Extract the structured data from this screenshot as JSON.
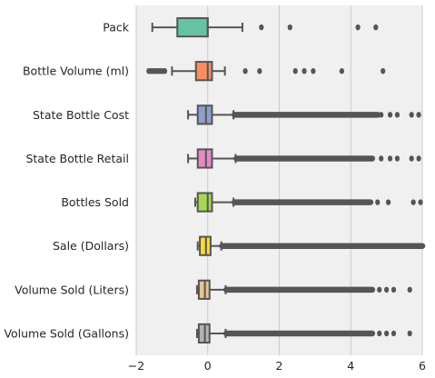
{
  "chart_data": {
    "type": "boxplot",
    "orientation": "horizontal",
    "title": "",
    "xlabel": "",
    "ylabel": "",
    "xlim": [
      -2,
      6
    ],
    "xticks": [
      -2,
      0,
      2,
      4,
      6
    ],
    "xtick_labels": [
      "−2",
      "0",
      "2",
      "4",
      "6"
    ],
    "grid": "vertical",
    "background_color": "#f0f0f0",
    "categories": [
      "Pack",
      "Bottle Volume (ml)",
      "State Bottle Cost",
      "State Bottle Retail",
      "Bottles Sold",
      "Sale (Dollars)",
      "Volume Sold (Liters)",
      "Volume Sold (Gallons)"
    ],
    "colors": [
      "#66c2a5",
      "#fc8d62",
      "#8da0cb",
      "#e78ac3",
      "#a6d854",
      "#ffd92f",
      "#e5c494",
      "#b3b3b3"
    ],
    "boxes": [
      {
        "whisker_low": -1.55,
        "q1": -0.85,
        "median": 0.0,
        "q3": 0.0,
        "whisker_high": 0.97,
        "outliers": [
          1.5,
          2.3,
          4.2,
          4.7
        ]
      },
      {
        "whisker_low": -1.0,
        "q1": -0.33,
        "median": 0.0,
        "q3": 0.12,
        "whisker_high": 0.48,
        "outliers": [
          -1.65,
          -1.6,
          -1.55,
          -1.5,
          -1.45,
          -1.4,
          -1.35,
          -1.3,
          -1.25,
          -1.2,
          1.05,
          1.45,
          2.45,
          2.7,
          2.95,
          3.75,
          4.9
        ]
      },
      {
        "whisker_low": -0.55,
        "q1": -0.28,
        "median": -0.05,
        "q3": 0.12,
        "whisker_high": 0.72,
        "outliers": [
          4.85,
          5.1,
          5.3,
          5.7,
          5.9
        ],
        "outlier_band": [
          0.75,
          4.75
        ]
      },
      {
        "whisker_low": -0.55,
        "q1": -0.28,
        "median": -0.05,
        "q3": 0.12,
        "whisker_high": 0.78,
        "outliers": [
          4.85,
          5.1,
          5.3,
          5.7,
          5.9
        ],
        "outlier_band": [
          0.8,
          4.6
        ]
      },
      {
        "whisker_low": -0.35,
        "q1": -0.28,
        "median": 0.0,
        "q3": 0.12,
        "whisker_high": 0.72,
        "outliers": [
          4.75,
          5.05,
          5.75,
          5.95
        ],
        "outlier_band": [
          0.75,
          4.55
        ]
      },
      {
        "whisker_low": -0.28,
        "q1": -0.22,
        "median": -0.05,
        "q3": 0.08,
        "whisker_high": 0.38,
        "outliers": [],
        "outlier_band": [
          0.4,
          6.0
        ]
      },
      {
        "whisker_low": -0.3,
        "q1": -0.25,
        "median": -0.08,
        "q3": 0.05,
        "whisker_high": 0.5,
        "outliers": [
          4.8,
          5.0,
          5.2,
          5.65
        ],
        "outlier_band": [
          0.52,
          4.6
        ]
      },
      {
        "whisker_low": -0.3,
        "q1": -0.25,
        "median": -0.08,
        "q3": 0.05,
        "whisker_high": 0.5,
        "outliers": [
          4.8,
          5.0,
          5.2,
          5.65
        ],
        "outlier_band": [
          0.52,
          4.6
        ]
      }
    ]
  }
}
